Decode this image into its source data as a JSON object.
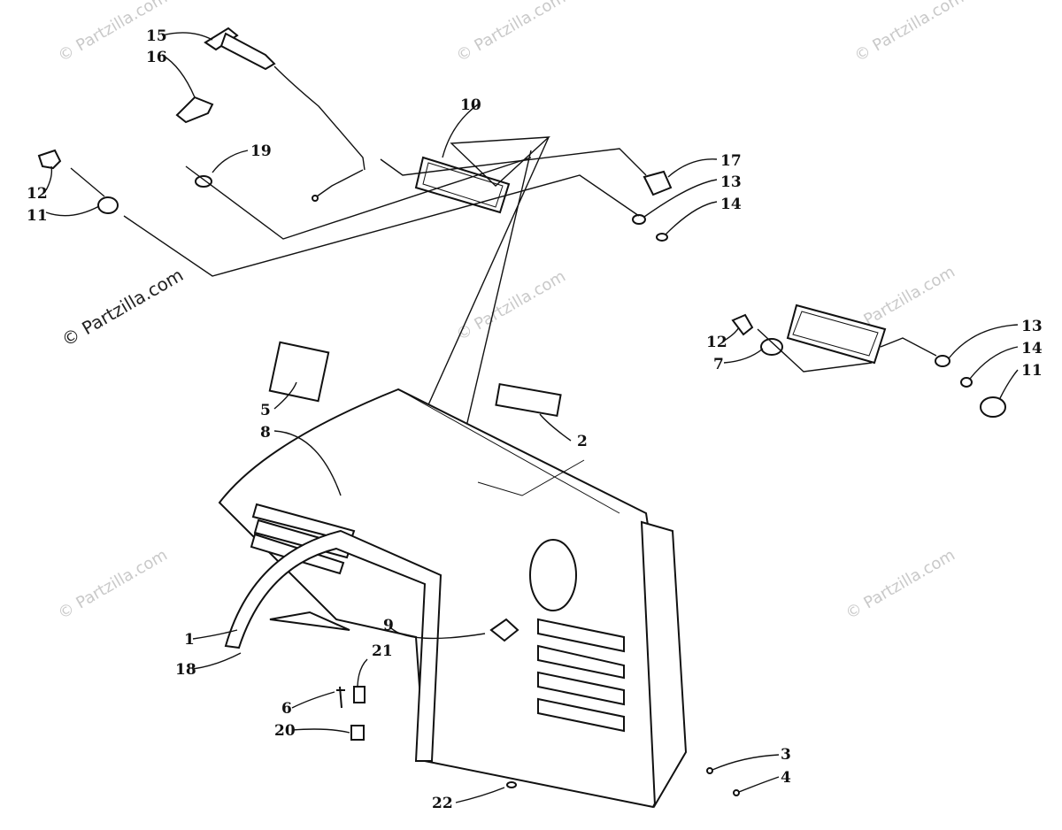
{
  "watermark": {
    "main": "© Partzilla.com",
    "faded": "© Partzilla.com"
  },
  "callouts": {
    "c1": "1",
    "c2": "2",
    "c3": "3",
    "c4": "4",
    "c5": "5",
    "c6": "6",
    "c7": "7",
    "c8": "8",
    "c9": "9",
    "c10": "10",
    "c11a": "11",
    "c11b": "11",
    "c12a": "12",
    "c12b": "12",
    "c13a": "13",
    "c13b": "13",
    "c14a": "14",
    "c14b": "14",
    "c15": "15",
    "c16": "16",
    "c17": "17",
    "c18": "18",
    "c19": "19",
    "c20": "20",
    "c21": "21",
    "c22": "22"
  }
}
